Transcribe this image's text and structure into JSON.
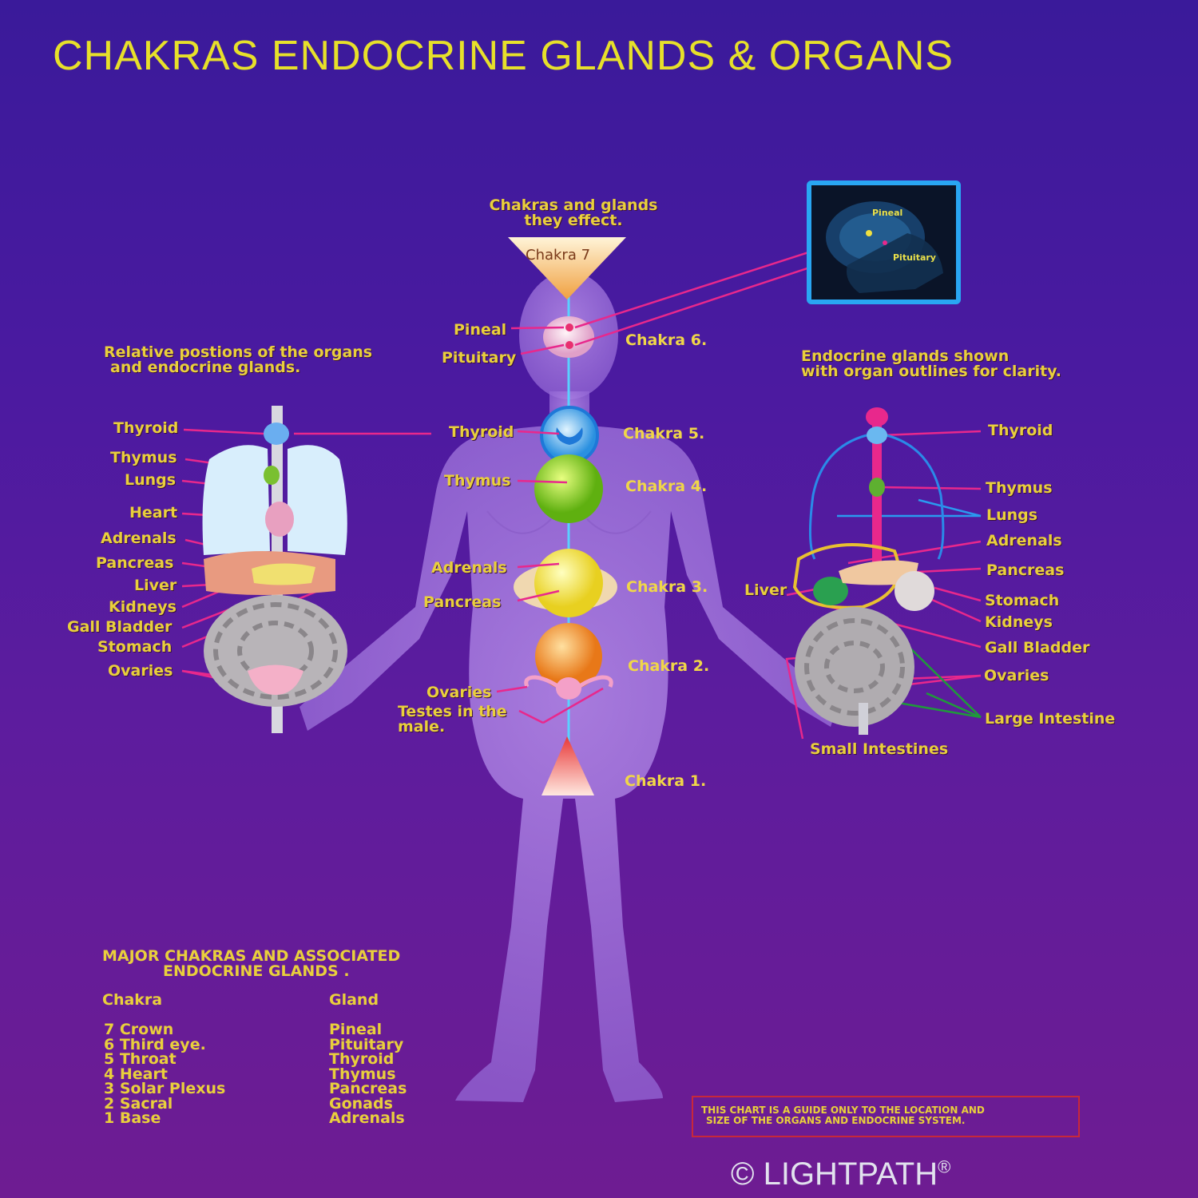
{
  "title": "CHAKRAS ENDOCRINE GLANDS & ORGANS",
  "notes": {
    "center_top": [
      "Chakras and glands",
      "they effect."
    ],
    "left": [
      "Relative postions of the organs",
      "and endocrine glands."
    ],
    "right": [
      "Endocrine glands shown",
      "with organ outlines for clarity."
    ]
  },
  "inset": {
    "pineal": "Pineal",
    "pituitary": "Pituitary"
  },
  "center_labels": {
    "chakra7": "Chakra 7",
    "pineal": "Pineal",
    "pituitary": "Pituitary",
    "chakra6": "Chakra 6.",
    "thyroid": "Thyroid",
    "chakra5": "Chakra 5.",
    "thymus": "Thymus",
    "chakra4": "Chakra 4.",
    "adrenals": "Adrenals",
    "pancreas": "Pancreas",
    "chakra3": "Chakra 3.",
    "chakra2": "Chakra 2.",
    "ovaries": "Ovaries",
    "testes_1": "Testes in the",
    "testes_2": "male.",
    "chakra1": "Chakra 1."
  },
  "left_labels": [
    "Thyroid",
    "Thymus",
    "Lungs",
    "Heart",
    "Adrenals",
    "Pancreas",
    "Liver",
    "Kidneys",
    "Gall Bladder",
    "Stomach",
    "Ovaries"
  ],
  "right_labels": {
    "thyroid": "Thyroid",
    "thymus": "Thymus",
    "lungs": "Lungs",
    "adrenals": "Adrenals",
    "pancreas": "Pancreas",
    "stomach": "Stomach",
    "kidneys": "Kidneys",
    "gall_bladder": "Gall Bladder",
    "ovaries": "Ovaries",
    "large_intestine": "Large Intestine",
    "small_intestines": "Small Intestines",
    "liver": "Liver"
  },
  "table": {
    "heading": [
      "MAJOR CHAKRAS AND ASSOCIATED",
      "ENDOCRINE GLANDS ."
    ],
    "col_chakra": "Chakra",
    "col_gland": "Gland",
    "rows": [
      {
        "chakra": "7 Crown",
        "gland": "Pineal"
      },
      {
        "chakra": "6 Third eye.",
        "gland": "Pituitary"
      },
      {
        "chakra": "5 Throat",
        "gland": "Thyroid"
      },
      {
        "chakra": "4 Heart",
        "gland": "Thymus"
      },
      {
        "chakra": "3 Solar Plexus",
        "gland": "Pancreas"
      },
      {
        "chakra": "2 Sacral",
        "gland": "Gonads"
      },
      {
        "chakra": "1 Base",
        "gland": "Adrenals"
      }
    ]
  },
  "disclaimer": [
    "THIS CHART IS A GUIDE ONLY TO THE LOCATION AND",
    "SIZE OF THE ORGANS AND ENDOCRINE  SYSTEM."
  ],
  "copyright": "© LIGHTPATH",
  "registered": "®",
  "colors": {
    "title": "#e7e02a",
    "label": "#e9cf3c",
    "pointer": "#e8288c",
    "inset_border": "#29a6f3"
  }
}
